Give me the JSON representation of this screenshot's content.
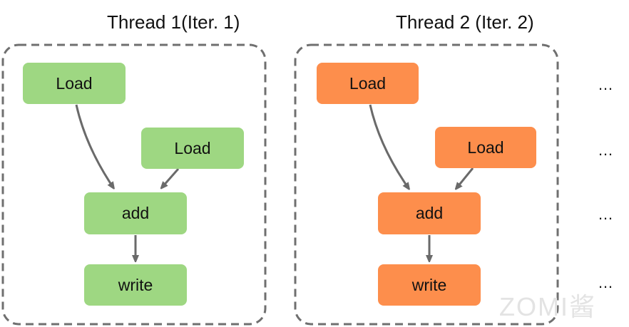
{
  "threads": [
    {
      "title": "Thread 1(Iter. 1)",
      "color": "#9ed782",
      "nodes": {
        "load_a": "Load",
        "load_b": "Load",
        "add": "add",
        "write": "write"
      }
    },
    {
      "title": "Thread 2 (Iter. 2)",
      "color": "#fd8e4c",
      "nodes": {
        "load_a": "Load",
        "load_b": "Load",
        "add": "add",
        "write": "write"
      }
    }
  ],
  "ellipsis": [
    "…",
    "…",
    "…",
    "…"
  ],
  "watermark": "ZOMI酱",
  "colors": {
    "border": "#6f6f6f",
    "arrow": "#6a6a6a"
  }
}
